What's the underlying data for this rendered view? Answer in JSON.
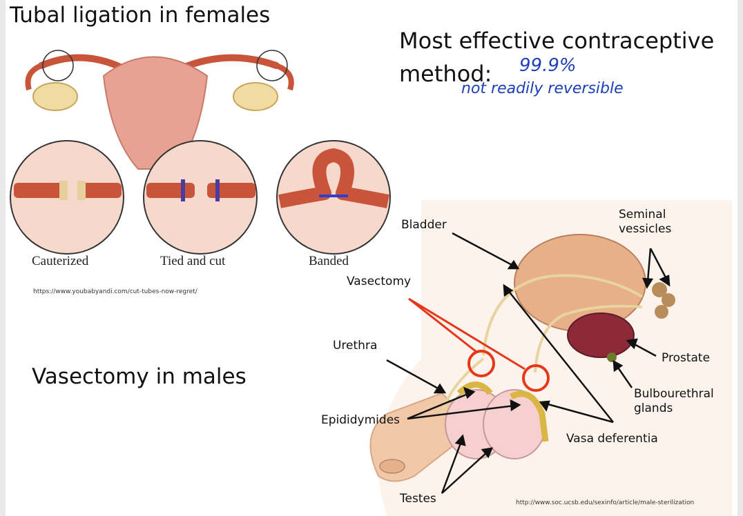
{
  "slide": {
    "tubal_title": "Tubal ligation in females",
    "vasectomy_title": "Vasectomy in males",
    "effective_line1": "Most effective contraceptive",
    "effective_line2": "method:",
    "handwritten_rate": "99.9%",
    "handwritten_note": "not readily reversible"
  },
  "female_figure": {
    "captions": [
      "Cauterized",
      "Tied and cut",
      "Banded"
    ],
    "source": "https://www.youbabyandi.com/cut-tubes-now-regret/"
  },
  "male_figure": {
    "labels": {
      "bladder": "Bladder",
      "seminal": "Seminal\nvessicles",
      "vasectomy": "Vasectomy",
      "urethra": "Urethra",
      "prostate": "Prostate",
      "bulbourethral": "Bulbourethral\nglands",
      "epididymides": "Epididymides",
      "vasa": "Vasa deferentia",
      "testes": "Testes"
    },
    "source": "http://www.soc.ucsb.edu/sexinfo/article/male-sterilization"
  },
  "colors": {
    "tube": "#c8553a",
    "uterus": "#e8a293",
    "circle_bg": "#f6d8cc",
    "annotation": "#1d3fb8",
    "highlight": "#e8361a"
  }
}
